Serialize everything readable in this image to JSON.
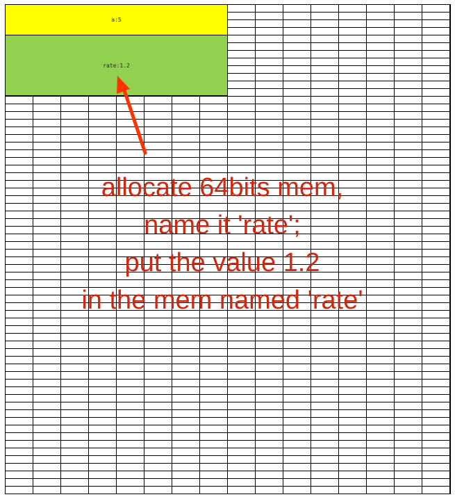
{
  "memory": {
    "cell_a": {
      "label": "a:5",
      "color": "#ffff00"
    },
    "cell_rate": {
      "label": "rate:1.2",
      "color": "#92d050"
    }
  },
  "annotation": {
    "color": "#cc2a10",
    "arrow_color": "#ff3300",
    "lines": [
      "allocate 64bits mem,",
      "name it 'rate';",
      "put the value 1.2",
      "in the mem named 'rate'"
    ]
  }
}
